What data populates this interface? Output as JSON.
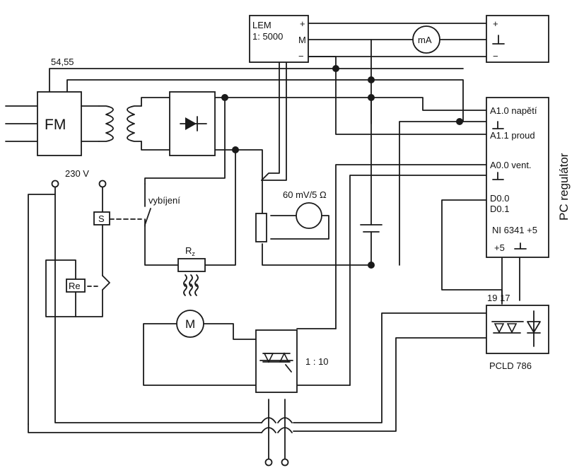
{
  "blocks": {
    "lem": {
      "name": "LEM",
      "ratio": "1: 5000",
      "plus": "+",
      "m": "M",
      "minus": "−"
    },
    "fm": {
      "label": "FM"
    },
    "ma": {
      "label": "mA"
    },
    "right_top": {
      "plus": "+",
      "minus": "−"
    },
    "pc": {
      "a10": "A1.0 napětí",
      "a11": "A1.1 proud",
      "a00": "A0.0 vent.",
      "d00": "D0.0",
      "d01": "D0.1",
      "ni": "NI 6341 +5",
      "plus5": "+5",
      "side": "PC regulátor"
    },
    "pcld": {
      "label": "PCLD 786",
      "pins": "19 17"
    },
    "triac": {
      "ratio": "1 : 10"
    },
    "motor": {
      "label": "M"
    },
    "switch_s": {
      "label": "S"
    },
    "relay": {
      "label": "Re"
    }
  },
  "labels": {
    "wire_54": "54,55",
    "v230": "230 V",
    "vybijeni": "vybíjení",
    "rz_main": "R",
    "rz_sub": "z",
    "shunt": "60 mV/5 Ω"
  },
  "icons": [
    "diode-icon",
    "thyristor-icon",
    "heat-icon",
    "motor-icon",
    "transformer-coil-icon",
    "capacitor-icon",
    "current-transformer-icon",
    "ground-icon"
  ]
}
